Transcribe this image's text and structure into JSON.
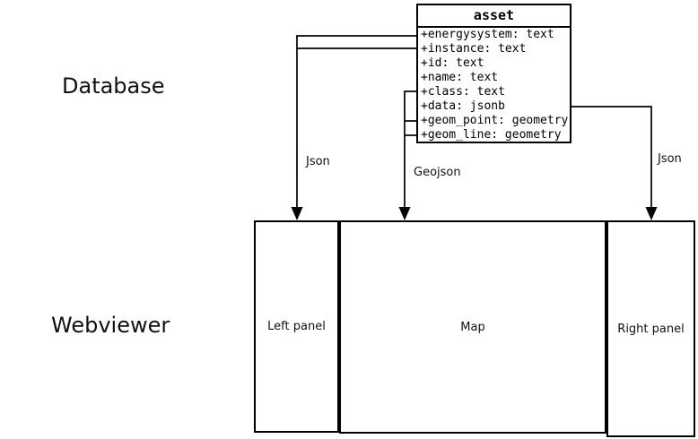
{
  "diagram": {
    "sections": {
      "database_label": "Database",
      "webviewer_label": "Webviewer"
    },
    "asset_table": {
      "title": "asset",
      "fields": [
        "+energysystem: text",
        "+instance: text",
        "+id: text",
        "+name: text",
        "+class: text",
        "+data: jsonb",
        "+geom_point: geometry",
        "+geom_line: geometry"
      ]
    },
    "connectors": {
      "left": {
        "label": "Json"
      },
      "middle": {
        "label": "Geojson"
      },
      "right": {
        "label": "Json"
      }
    },
    "webviewer": {
      "panels": [
        {
          "label": "Left panel"
        },
        {
          "label": "Map"
        },
        {
          "label": "Right panel"
        }
      ]
    },
    "colors": {
      "line": "#000000",
      "background": "#ffffff"
    }
  }
}
